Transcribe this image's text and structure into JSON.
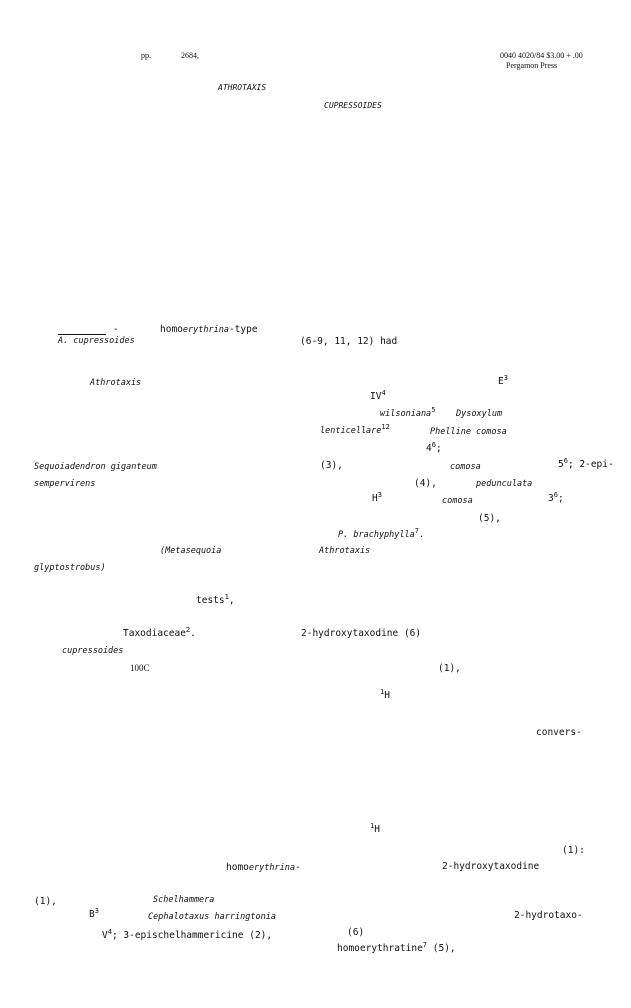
{
  "header": {
    "pp": "pp.",
    "page": "2684,",
    "code": "0040 4020/84 $3.00 + .00",
    "press": "Pergamon Press"
  },
  "title": {
    "genus": "ATHROTAXIS",
    "species": "CUPRESSOIDES"
  },
  "lines": {
    "dash": "-",
    "homo_type": "homoerythrina-type",
    "compounds_had": "(6-9, 11, 12) had",
    "a_cupressoides": "A. cupressoides",
    "athrotaxis_1": "Athrotaxis",
    "e": "E",
    "e_sup": "3",
    "iv": "IV",
    "iv_sup": "4",
    "wilsoniana": "wilsoniana",
    "wilsoniana_sup": "5",
    "dysoxylum": "Dysoxylum",
    "lenticellare": "lenticellare",
    "lenticellare_sup": "12",
    "phelline_comosa": "Phelline comosa",
    "four": "4",
    "four_sup": "6",
    "four_semi": ";",
    "sequoiadendron": "Sequoiadendron giganteum",
    "three": "(3),",
    "comosa_1": "comosa",
    "five": "5",
    "five_sup": "6",
    "epi": "; 2-epi-",
    "sempervirens": "sempervirens",
    "four_paren": "(4),",
    "pedunculata": "pedunculata",
    "h": "H",
    "h_sup": "3",
    "comosa_2": "comosa",
    "three_b": "3",
    "three_b_sup": "6",
    "three_b_semi": ";",
    "five_paren": "(5),",
    "p_brachyphylla": "P. brachyphylla",
    "p_sup": "7",
    "p_dot": ".",
    "metasequoia": "(Metasequoia",
    "athrotaxis_2": "Athrotaxis",
    "glyptostrobus": "glyptostrobus)",
    "tests": "tests",
    "tests_sup": "1",
    "tests_comma": ",",
    "taxodiaceae": "Taxodiaceae",
    "taxodiaceae_sup": "2",
    "taxodiaceae_dot": ".",
    "hydroxytaxodine_6": "2-hydroxytaxodine (6)",
    "cupressoides_2": "cupressoides",
    "c100": "100C",
    "one_paren": "(1),",
    "h1_a": "H",
    "h1_a_pre": "1",
    "convers": "convers-",
    "h1_b": "H",
    "h1_b_pre": "1",
    "one_colon": "(1):",
    "homo_dash": "homoerythrina-",
    "hydroxytaxodine_2": "2-hydroxytaxodine",
    "one_paren_2": "(1),",
    "schelhammera": "Schelhammera",
    "b": "B",
    "b_sup": "3",
    "cephalotaxus": "Cephalotaxus harringtonia",
    "hydrotaxo": "2-hydrotaxo-",
    "v": "V",
    "v_sup": "4",
    "epischel": "; 3-epischelhammericine (2),",
    "six_paren": "(6)",
    "homoerythratine": "homoerythratine",
    "homoerythratine_sup": "7",
    "five_paren_2": "(5),"
  }
}
